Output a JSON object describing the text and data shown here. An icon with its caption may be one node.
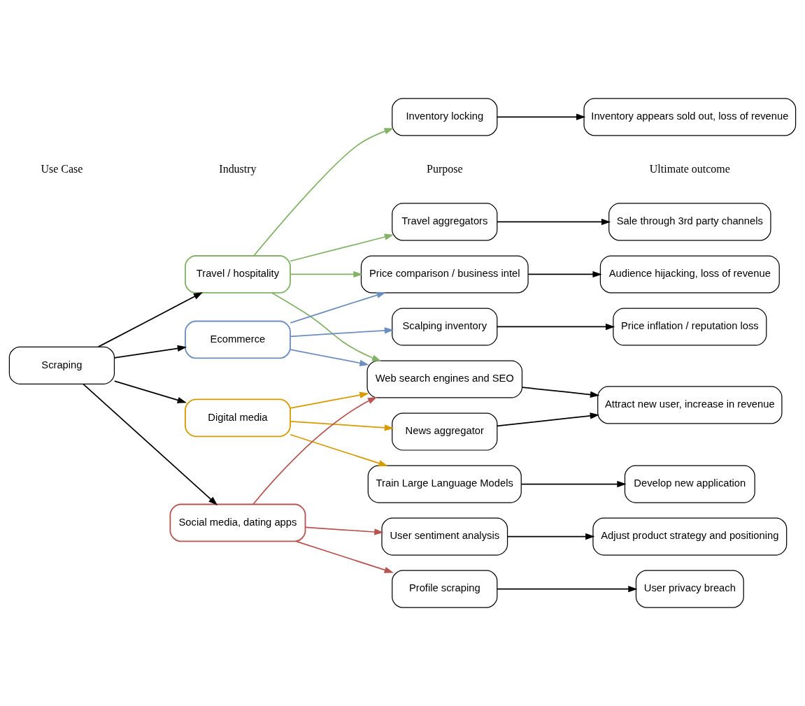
{
  "diagram": {
    "nodes": [
      {
        "text": [
          "Scraping"
        ]
      },
      {
        "text": [
          "Travel / hospitality"
        ]
      },
      {
        "text": [
          "Ecommerce"
        ]
      },
      {
        "text": [
          "Digital media"
        ]
      },
      {
        "text": [
          "Social media, dating apps"
        ]
      },
      {
        "text": [
          "Inventory locking"
        ]
      },
      {
        "text": [
          "Travel aggregators"
        ]
      },
      {
        "text": [
          "Price comparison / business intel"
        ]
      },
      {
        "text": [
          "Scalping inventory"
        ]
      },
      {
        "text": [
          "Web search engines and SEO"
        ]
      },
      {
        "text": [
          "News aggregator"
        ]
      },
      {
        "text": [
          "Train Large Language Models"
        ]
      },
      {
        "text": [
          "User sentiment analysis"
        ]
      },
      {
        "text": [
          "Profile scraping"
        ]
      },
      {
        "text": [
          "Inventory appears sold out, loss of revenue"
        ]
      },
      {
        "text": [
          "Sale through 3rd party channels"
        ]
      },
      {
        "text": [
          "Audience hijacking, loss of revenue"
        ]
      },
      {
        "text": [
          "Price inflation / reputation loss"
        ]
      },
      {
        "text": [
          "Attract new user, increase in revenue"
        ]
      },
      {
        "text": [
          "Develop new application"
        ]
      },
      {
        "text": [
          "Adjust product strategy and positioning"
        ]
      },
      {
        "text": [
          "User privacy breach"
        ]
      }
    ],
    "edges": [
      {
        "from": 0,
        "to": 1,
        "arrow": "to"
      },
      {
        "from": 0,
        "to": 2,
        "arrow": "to"
      },
      {
        "from": 0,
        "to": 3,
        "arrow": "to"
      },
      {
        "from": 0,
        "to": 4,
        "arrow": "to"
      },
      {
        "from": 1,
        "to": 5,
        "arrow": "to",
        "color": "#82b366"
      },
      {
        "from": 1,
        "to": 6,
        "arrow": "to",
        "color": "#82b366"
      },
      {
        "from": 1,
        "to": 7,
        "arrow": "to",
        "color": "#82b366"
      },
      {
        "from": 1,
        "to": 9,
        "arrow": "to",
        "color": "#82b366"
      },
      {
        "from": 2,
        "to": 7,
        "arrow": "to",
        "color": "#6c8ebf"
      },
      {
        "from": 2,
        "to": 8,
        "arrow": "to",
        "color": "#6c8ebf"
      },
      {
        "from": 2,
        "to": 9,
        "arrow": "to",
        "color": "#6c8ebf"
      },
      {
        "from": 3,
        "to": 9,
        "arrow": "to",
        "color": "#d79b00"
      },
      {
        "from": 3,
        "to": 10,
        "arrow": "to",
        "color": "#d79b00"
      },
      {
        "from": 3,
        "to": 11,
        "arrow": "to",
        "color": "#d79b00"
      },
      {
        "from": 4,
        "to": 9,
        "arrow": "to",
        "color": "#b85450"
      },
      {
        "from": 4,
        "to": 12,
        "arrow": "to",
        "color": "#b85450"
      },
      {
        "from": 4,
        "to": 13,
        "arrow": "to",
        "color": "#b85450"
      },
      {
        "from": 5,
        "to": 14,
        "arrow": "to"
      },
      {
        "from": 6,
        "to": 15,
        "arrow": "to"
      },
      {
        "from": 7,
        "to": 16,
        "arrow": "to"
      },
      {
        "from": 8,
        "to": 17,
        "arrow": "to"
      },
      {
        "from": 9,
        "to": 18,
        "arrow": "to"
      },
      {
        "from": 10,
        "to": 18,
        "arrow": "to"
      },
      {
        "from": 11,
        "to": 19,
        "arrow": "to"
      },
      {
        "from": 12,
        "to": 20,
        "arrow": "to"
      },
      {
        "from": 13,
        "to": 21,
        "arrow": "to"
      }
    ],
    "labels": [
      "Use Case",
      "Industry",
      "Purpose",
      "Ultimate outcome"
    ]
  }
}
